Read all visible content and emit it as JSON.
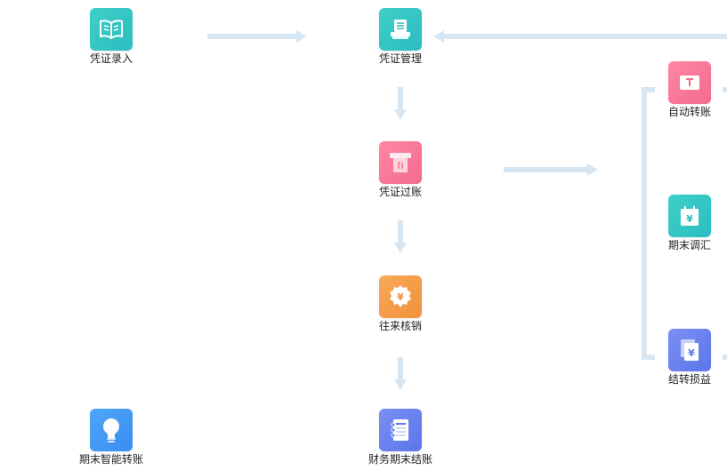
{
  "nodes": {
    "voucher_entry": "凭证录入",
    "voucher_mgmt": "凭证管理",
    "voucher_post": "凭证过账",
    "reconcile": "往来核销",
    "period_close": "财务期末结账",
    "smart_transfer": "期末智能转账",
    "auto_transfer": "自动转账",
    "fx_adjust": "期末调汇",
    "profit_loss": "结转损益"
  },
  "icons": {
    "voucher_entry": "book-icon",
    "voucher_mgmt": "printer-icon",
    "voucher_post": "post-icon",
    "reconcile": "yen-badge-icon",
    "period_close": "notebook-icon",
    "smart_transfer": "lightbulb-icon",
    "auto_transfer": "transfer-icon",
    "fx_adjust": "calendar-yen-icon",
    "profit_loss": "documents-yen-icon"
  },
  "yen_symbol": "¥",
  "colors": {
    "connector": "#d7e6f3",
    "teal": "#2bbcc0",
    "pink": "#f36b8f",
    "orange": "#f0913c",
    "blue": "#3a8cf0",
    "indigo": "#5b76ea"
  }
}
